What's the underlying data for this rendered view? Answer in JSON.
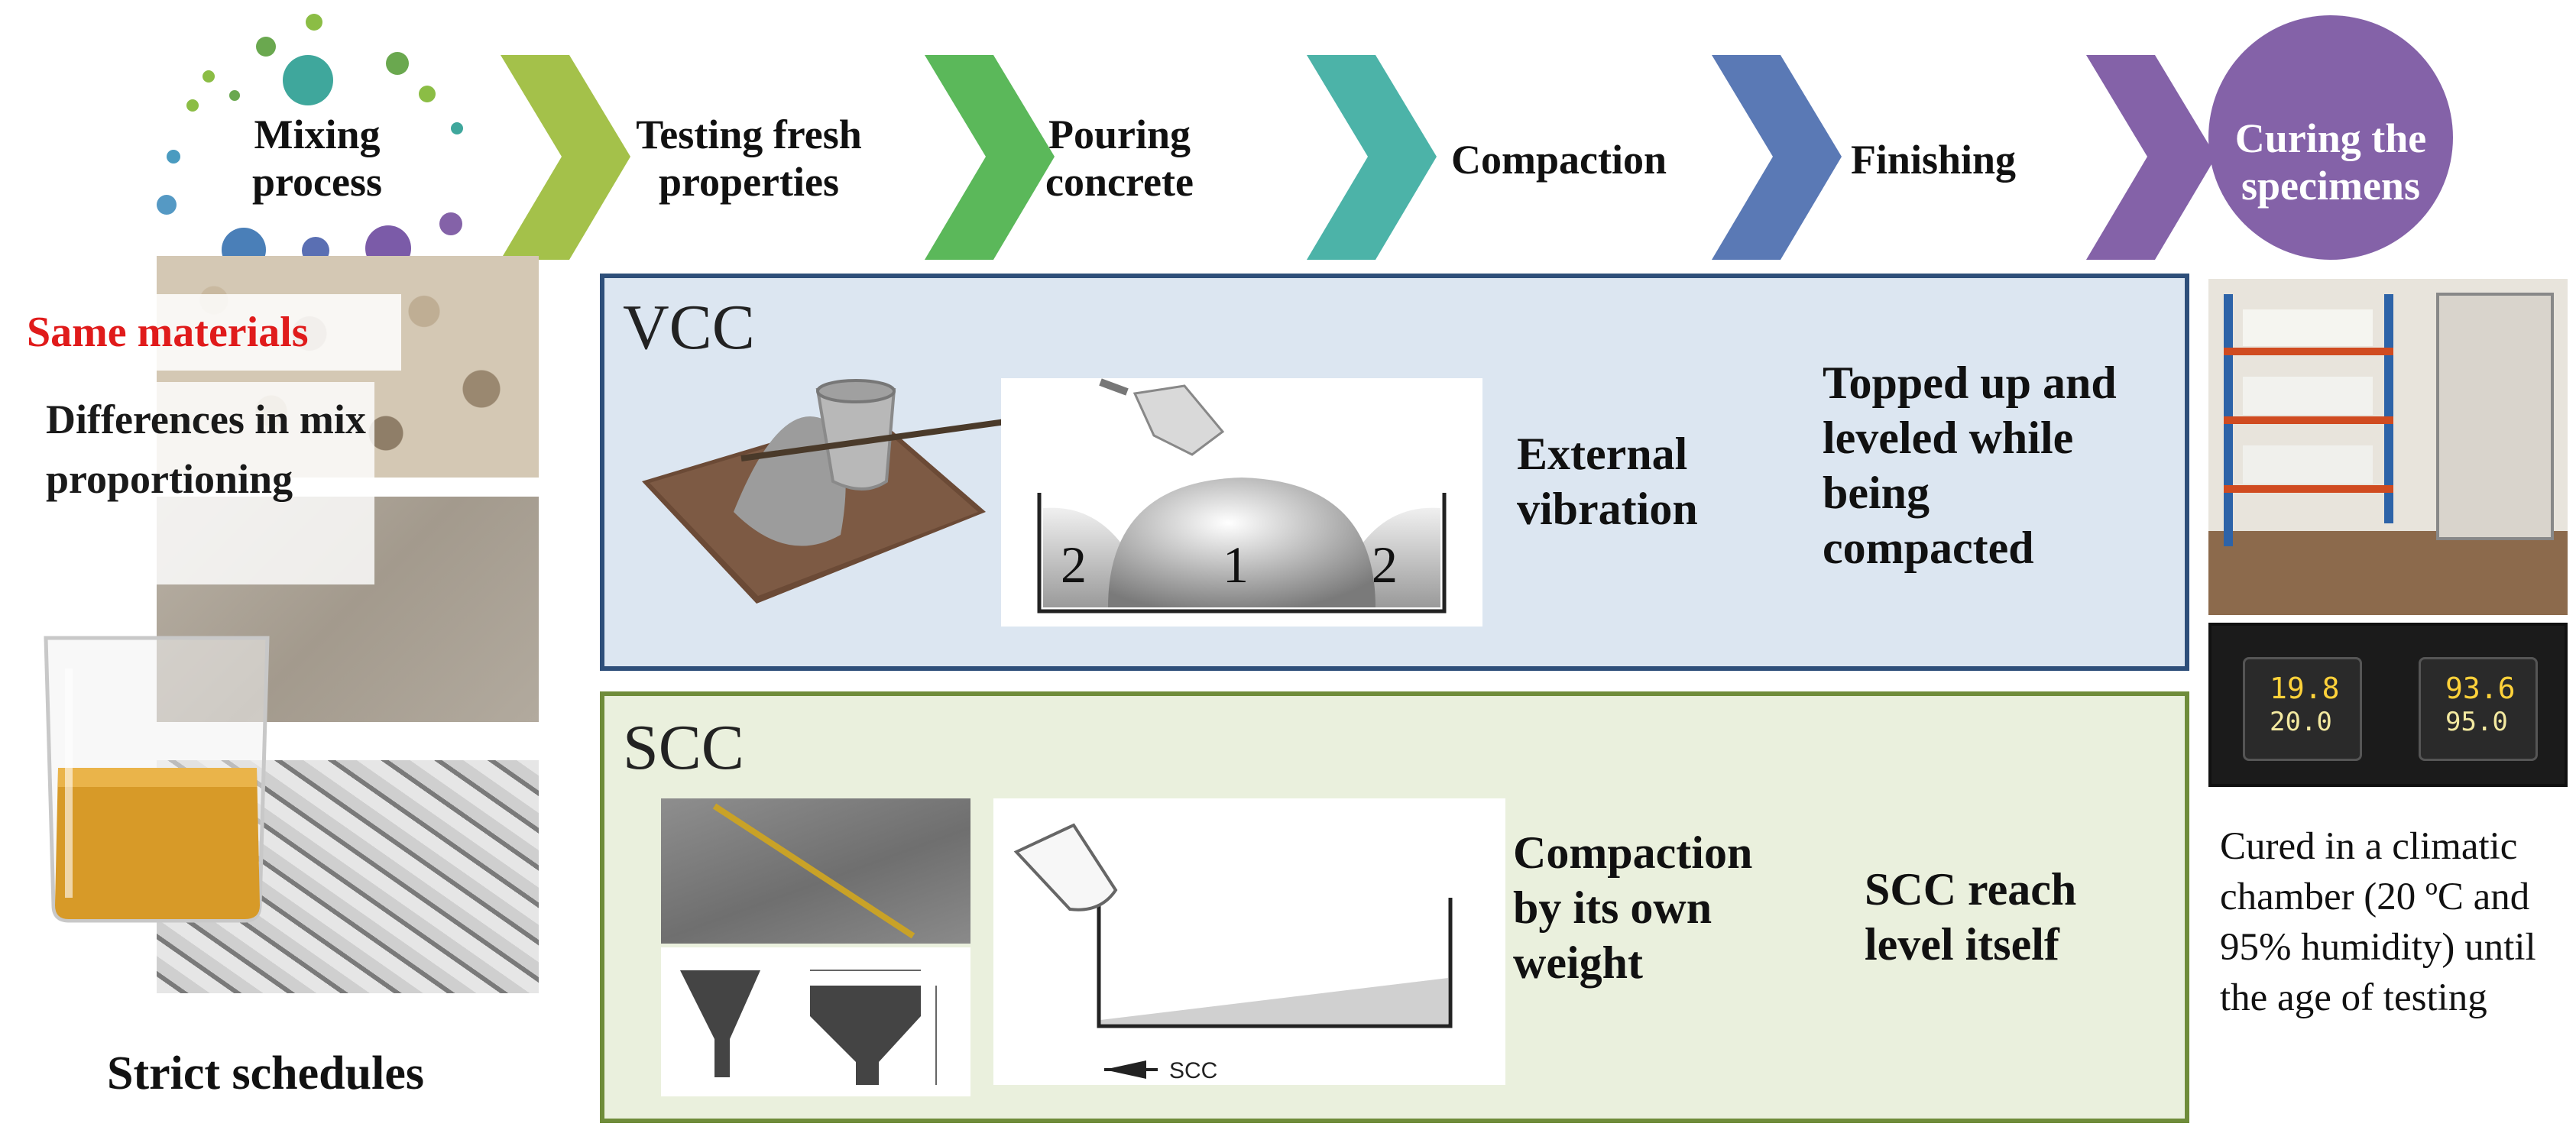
{
  "steps": [
    {
      "label": "Mixing process",
      "color": "#ffffff"
    },
    {
      "label": "Testing fresh properties",
      "color": "#a4c14a"
    },
    {
      "label": "Pouring concrete",
      "color": "#5bb85a"
    },
    {
      "label": "Compaction",
      "color": "#4cb3a8"
    },
    {
      "label": "Finishing",
      "color": "#5a79b5"
    },
    {
      "label": "Curing the specimens",
      "color": "#8462a8"
    }
  ],
  "left": {
    "same_materials": "Same materials",
    "differences": "Differences in mix proportioning",
    "strict_schedules": "Strict schedules",
    "accent_color": "#e01b1b"
  },
  "vcc": {
    "title": "VCC",
    "diagram_labels": [
      "2",
      "1",
      "2"
    ],
    "method": "External vibration",
    "finishing": "Topped up and leveled while being compacted",
    "panel_fill": "#dce6f1",
    "panel_border": "#2e4f7a"
  },
  "scc": {
    "title": "SCC",
    "diagram_label": "SCC",
    "method": "Compaction by its own weight",
    "finishing": "SCC reach level itself",
    "panel_fill": "#eaf0dd",
    "panel_border": "#6f8c3a"
  },
  "curing": {
    "display_left_top": "19.8",
    "display_left_bottom": "20.0",
    "display_right_top": "93.6",
    "display_right_bottom": "95.0",
    "caption": "Cured in a climatic chamber (20 ºC and 95% humidity) until the age of testing"
  }
}
